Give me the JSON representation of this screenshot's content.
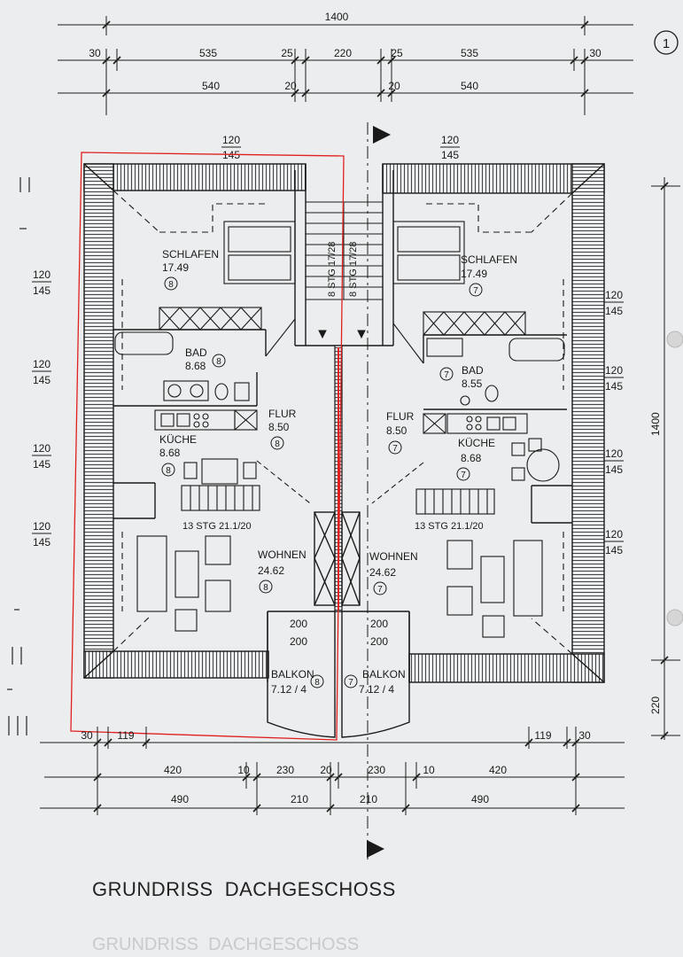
{
  "page_number": "1",
  "title": "GRUNDRISS  DACHGESCHOSS",
  "ghost_title": "GRUNDRISS  DACHGESCHOSS",
  "accent_color": "#e02020",
  "line_color": "#1a1a1a",
  "paper_color": "#ecedee",
  "dimensions": {
    "top_total": "1400",
    "top_row2": [
      "30",
      "535",
      "25",
      "220",
      "25",
      "535",
      "30"
    ],
    "top_row3": [
      "540",
      "20",
      "20",
      "540"
    ],
    "bottom_row1": [
      "30",
      "119",
      "119",
      "30"
    ],
    "bottom_row2": [
      "420",
      "10",
      "230",
      "20",
      "230",
      "10",
      "420"
    ],
    "bottom_row3": [
      "490",
      "210",
      "210",
      "490"
    ],
    "right_total": "1400",
    "right_bottom": "220"
  },
  "window_marks": {
    "top_left": [
      "120",
      "145"
    ],
    "top_right": [
      "120",
      "145"
    ],
    "left": [
      [
        "120",
        "145"
      ],
      [
        "120",
        "145"
      ],
      [
        "120",
        "145"
      ],
      [
        "120",
        "145"
      ]
    ],
    "right": [
      [
        "120",
        "145"
      ],
      [
        "120",
        "145"
      ],
      [
        "120",
        "145"
      ],
      [
        "120",
        "145"
      ]
    ]
  },
  "stairs": {
    "upper_left": "8 STG 17/28",
    "upper_right": "8 STG 17/28",
    "lower_left": "13 STG 21.1/20",
    "lower_right": "13 STG 21.1/20"
  },
  "rooms_left": [
    {
      "name": "SCHLAFEN",
      "area": "17.49",
      "unit": "8"
    },
    {
      "name": "BAD",
      "area": "8.68",
      "unit": "8"
    },
    {
      "name": "FLUR",
      "area": "8.50",
      "unit": "8"
    },
    {
      "name": "KÜCHE",
      "area": "8.68",
      "unit": "8"
    },
    {
      "name": "WOHNEN",
      "area": "24.62",
      "unit": "8"
    },
    {
      "name": "BALKON",
      "area": "7.12 / 4",
      "unit": "8"
    }
  ],
  "rooms_right": [
    {
      "name": "SCHLAFEN",
      "area": "17.49",
      "unit": "7"
    },
    {
      "name": "BAD",
      "area": "8.55",
      "unit": "7"
    },
    {
      "name": "FLUR",
      "area": "8.50",
      "unit": "7"
    },
    {
      "name": "KÜCHE",
      "area": "8.68",
      "unit": "7"
    },
    {
      "name": "WOHNEN",
      "area": "24.62",
      "unit": "7"
    },
    {
      "name": "BALKON",
      "area": "7.12 / 4",
      "unit": "7"
    }
  ],
  "balcony_dims": {
    "left": [
      "200",
      "200"
    ],
    "right": [
      "200",
      "200"
    ]
  }
}
